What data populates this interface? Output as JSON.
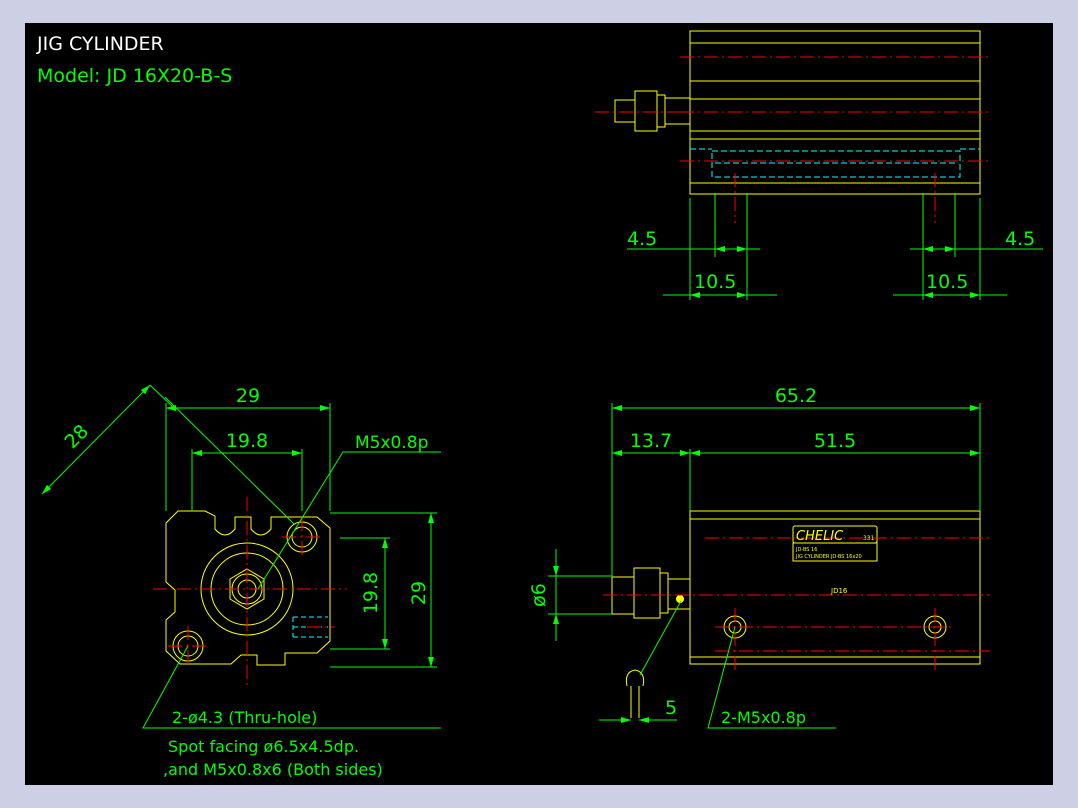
{
  "colors": {
    "background": "#000000",
    "outer_frame": "#cdd0e4",
    "outline": "#ffff00",
    "dimension": "#00ff00",
    "centerline": "#ff0000",
    "hidden": "#00ffff",
    "title": "#ffffff"
  },
  "title": {
    "name": "JIG CYLINDER",
    "model": "Model:  JD 16X20-B-S"
  },
  "top_view": {
    "dim_left_small": "4.5",
    "dim_right_small": "4.5",
    "dim_left_large": "10.5",
    "dim_right_large": "10.5"
  },
  "front_view": {
    "dim_28": "28",
    "dim_29_top": "29",
    "dim_19_8_top": "19.8",
    "dim_19_8_side": "19.8",
    "dim_29_side": "29",
    "thread_label": "M5x0.8p",
    "note_line1": "2-ø4.3 (Thru-hole)",
    "note_line2": "Spot facing ø6.5x4.5dp.",
    "note_line3": ",and M5x0.8x6 (Both sides)"
  },
  "side_view": {
    "dim_total": "65.2",
    "dim_13_7": "13.7",
    "dim_51_5": "51.5",
    "dim_dia6": "ø6",
    "dim_5": "5",
    "port_label": "2-M5x0.8p",
    "brand": "CHELIC",
    "brand_suffix": "331",
    "nameplate_line1": "JD-BS 16",
    "nameplate_line2": "JIG CYLINDER  JD-BS 16x20",
    "model_mark": "JD16"
  }
}
